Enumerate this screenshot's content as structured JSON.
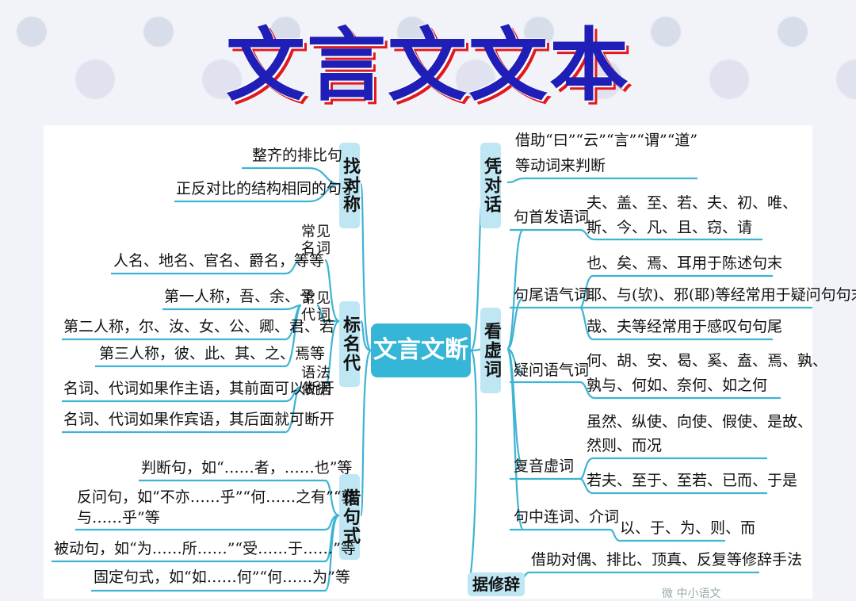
{
  "title": "文言文文本",
  "center": "文言文断句",
  "left": {
    "zhao_dui_cheng": {
      "label": "找对称",
      "items": [
        "整齐的排比句",
        "正反对比的结构相同的句子"
      ]
    },
    "biao_ming_dai": {
      "label": "标名代",
      "groups": [
        {
          "label": "常见名词",
          "items": [
            "人名、地名、官名、爵名，等等"
          ]
        },
        {
          "label": "常见代词",
          "items": [
            "第一人称，吾、余、予",
            "第二人称，尔、汝、女、公、卿、君、若",
            "第三人称，彼、此、其、之、焉等"
          ]
        },
        {
          "label": "语法依据",
          "items": [
            "名词、代词如果作主语，其前面可以断开",
            "名词、代词如果作宾语，其后面就可断开"
          ]
        }
      ]
    },
    "jie_ju_shi": {
      "label": "借句式",
      "items": [
        "判断句，如“……者，……也”等",
        "反问句，如“不亦……乎”“何……之有”“孰",
        "与……乎”等",
        "被动句，如“为……所……”“受……于……”等",
        "固定句式，如“如……何”“何……为”等"
      ]
    }
  },
  "right": {
    "ping_dui_hua": {
      "label": "凭对话",
      "items": [
        "借助“曰”“云”“言”“谓”“道”",
        "等动词来判断"
      ]
    },
    "kan_xu_ci": {
      "label": "看虚词",
      "groups": [
        {
          "label": "句首发语词",
          "items": [
            "夫、盖、至、若、夫、初、唯、",
            "斯、今、凡、且、窃、请"
          ]
        },
        {
          "label": "句尾语气词",
          "items": [
            "也、矣、焉、耳用于陈述句末",
            "耶、与(欤)、邪(耶)等经常用于疑问句句末",
            "哉、夫等经常用于感叹句句尾"
          ]
        },
        {
          "label": "疑问语气词",
          "items": [
            "何、胡、安、曷、奚、盍、焉、孰、",
            "孰与、何如、奈何、如之何"
          ]
        },
        {
          "label": "复音虚词",
          "items": [
            "虽然、纵使、向使、假使、是故、",
            "然则、而况",
            "若夫、至于、至若、已而、于是"
          ]
        },
        {
          "label": "句中连词、介词",
          "items": [
            "以、于、为、则、而"
          ]
        }
      ]
    },
    "ju_xiu_ci": {
      "label": "据修辞",
      "items": [
        "借助对偶、排比、顶真、反复等修辞手法"
      ]
    }
  },
  "watermark": "微 中小语文"
}
